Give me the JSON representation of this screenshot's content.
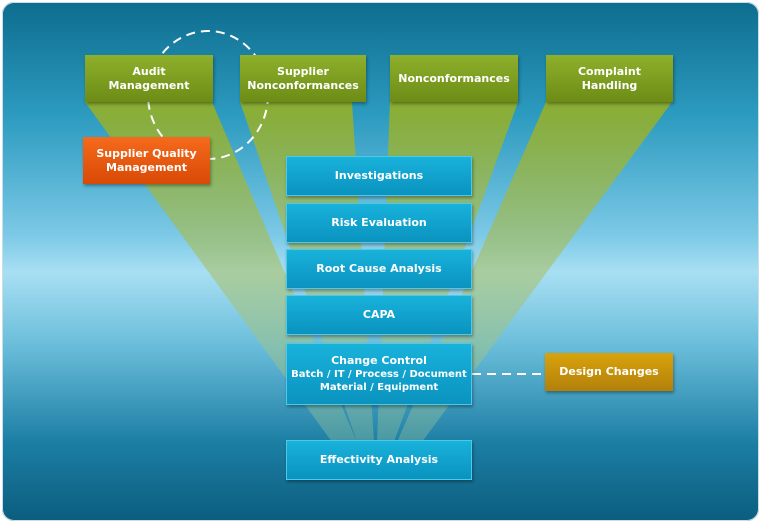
{
  "top_boxes": [
    {
      "lines": [
        "Audit",
        "Management"
      ]
    },
    {
      "lines": [
        "Supplier",
        "Nonconformances"
      ]
    },
    {
      "lines": [
        "Nonconformances"
      ]
    },
    {
      "lines": [
        "Complaint",
        "Handling"
      ]
    }
  ],
  "supplier_quality": {
    "lines": [
      "Supplier Quality",
      "Management"
    ]
  },
  "process_steps": [
    {
      "lines": [
        "Investigations"
      ]
    },
    {
      "lines": [
        "Risk Evaluation"
      ]
    },
    {
      "lines": [
        "Root Cause Analysis"
      ]
    },
    {
      "lines": [
        "CAPA"
      ]
    },
    {
      "lines": [
        "Change Control"
      ],
      "sub": [
        "Batch / IT / Process / Document",
        "Material / Equipment"
      ]
    },
    {
      "lines": [
        "Effectivity Analysis"
      ]
    }
  ],
  "design_changes": {
    "lines": [
      "Design Changes"
    ]
  },
  "colors": {
    "green": "#7d9e20",
    "blue": "#12a6d2",
    "orange": "#e85a10",
    "gold": "#c8920b",
    "background_top": "#0d6d8e",
    "background_mid": "#a8dff3"
  }
}
